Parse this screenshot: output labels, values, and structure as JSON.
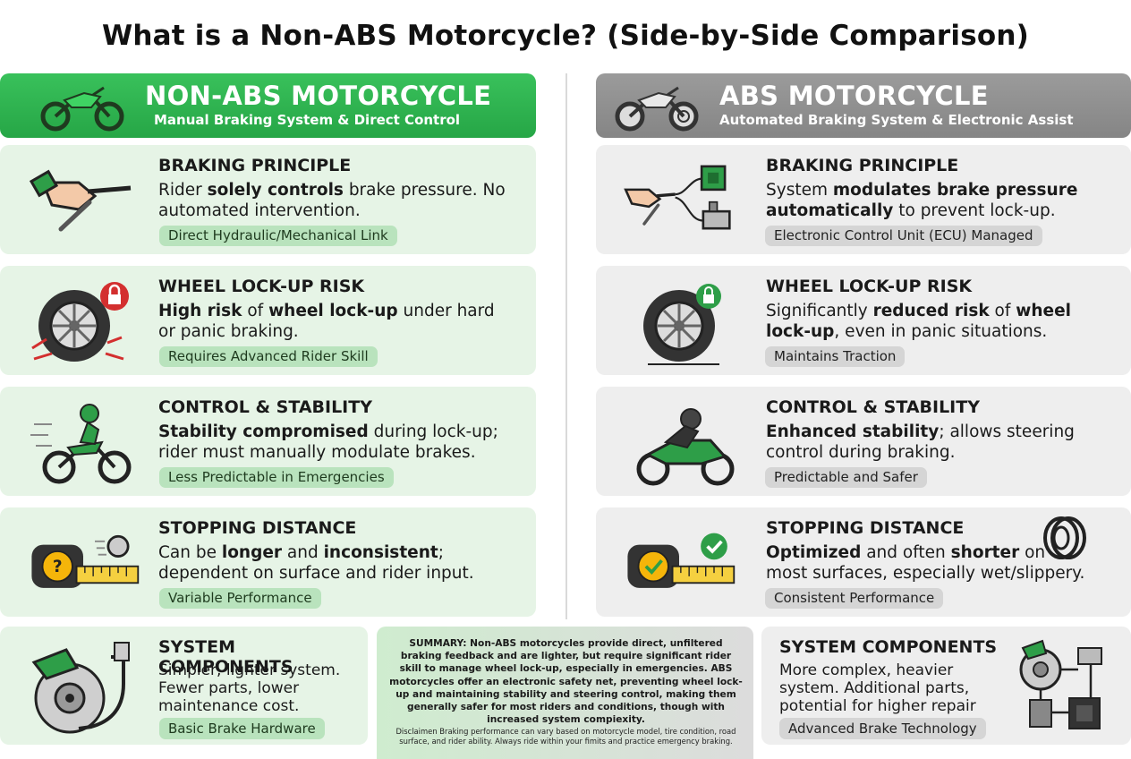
{
  "title": "What is a Non-ABS Motorcycle? (Side-by-Side Comparison)",
  "left_header": {
    "title": "NON-ABS MOTORCYCLE",
    "subtitle": "Manual Braking System & Direct Control"
  },
  "right_header": {
    "title": "ABS MOTORCYCLE",
    "subtitle": "Automated Braking System & Electronic Assist"
  },
  "colors": {
    "green": "#2db34f",
    "green_light": "#e6f4e6",
    "green_tag": "#b9e3bd",
    "gray": "#8e8e8e",
    "gray_light": "#eeeeee",
    "red": "#d32f2f"
  },
  "left_cards": [
    {
      "icon": "hand-brake-lever-icon",
      "title": "BRAKING PRINCIPLE",
      "body": [
        {
          "t": "Rider "
        },
        {
          "b": "solely controls"
        },
        {
          "t": " brake pressure. No automated intervention."
        }
      ],
      "tag": "Direct Hydraulic/Mechanical Link"
    },
    {
      "icon": "locked-wheel-icon",
      "title": "WHEEL LOCK-UP RISK",
      "body": [
        {
          "b": "High risk"
        },
        {
          "t": " of "
        },
        {
          "b": "wheel lock-up"
        },
        {
          "t": " under hard or panic braking."
        }
      ],
      "tag": "Requires Advanced Rider Skill"
    },
    {
      "icon": "dirt-bike-rider-icon",
      "title": "CONTROL & STABILITY",
      "body": [
        {
          "b": "Stability compromised"
        },
        {
          "t": " during lock-up; rider must manually modulate brakes."
        }
      ],
      "tag": "Less Predictable in Emergencies"
    },
    {
      "icon": "tape-measure-question-icon",
      "title": "STOPPING DISTANCE",
      "body": [
        {
          "t": "Can be "
        },
        {
          "b": "longer"
        },
        {
          "t": " and "
        },
        {
          "b": "inconsistent"
        },
        {
          "t": "; dependent on surface and rider input."
        }
      ],
      "tag": "Variable Performance"
    }
  ],
  "right_cards": [
    {
      "icon": "ecu-brake-icon",
      "title": "BRAKING PRINCIPLE",
      "body": [
        {
          "t": "System "
        },
        {
          "b": "modulates brake pressure automatically"
        },
        {
          "t": " to prevent lock-up."
        }
      ],
      "tag": "Electronic Control Unit (ECU) Managed"
    },
    {
      "icon": "unlocked-wheel-icon",
      "title": "WHEEL LOCK-UP RISK",
      "body": [
        {
          "t": "Significantly "
        },
        {
          "b": "reduced risk"
        },
        {
          "t": " of "
        },
        {
          "b": "wheel lock-up"
        },
        {
          "t": ", even in panic situations."
        }
      ],
      "tag": "Maintains Traction"
    },
    {
      "icon": "sport-bike-rider-icon",
      "title": "CONTROL & STABILITY",
      "body": [
        {
          "b": "Enhanced stability"
        },
        {
          "t": "; allows steering control during braking."
        }
      ],
      "tag": "Predictable and Safer"
    },
    {
      "icon": "tape-measure-check-icon",
      "title": "STOPPING DISTANCE",
      "body": [
        {
          "b": "Optimized"
        },
        {
          "t": " and often "
        },
        {
          "b": "shorter"
        },
        {
          "t": " on most surfaces, especially wet/slippery."
        }
      ],
      "tag": "Consistent Performance"
    }
  ],
  "left_components": {
    "title": "SYSTEM COMPONENTS",
    "body": "Simpler, lighter system. Fewer parts, lower maintenance cost.",
    "tag": "Basic Brake Hardware"
  },
  "right_components": {
    "title": "SYSTEM COMPONENTS",
    "body": "More complex, heavier system. Additional parts, potential for higher repair costs.",
    "tag": "Advanced Brake Technology"
  },
  "summary": {
    "text": "SUMMARY: Non-ABS motorcycles provide direct, unfiltered braking feedback and are lighter, but require significant rider skill to manage wheel lock-up, especially in emergencies. ABS motorcycles offer an electronic safety net, preventing wheel lock-up and maintaining stability and steering control, making them generally safer for most riders and conditions, though with increased system compiexity.",
    "disclaimer": "Disclaimen Braking performance can vary based on motorcycle model, tire condition, road surface, and rider ability. Always ride within your fimits and practice emergency braking."
  }
}
